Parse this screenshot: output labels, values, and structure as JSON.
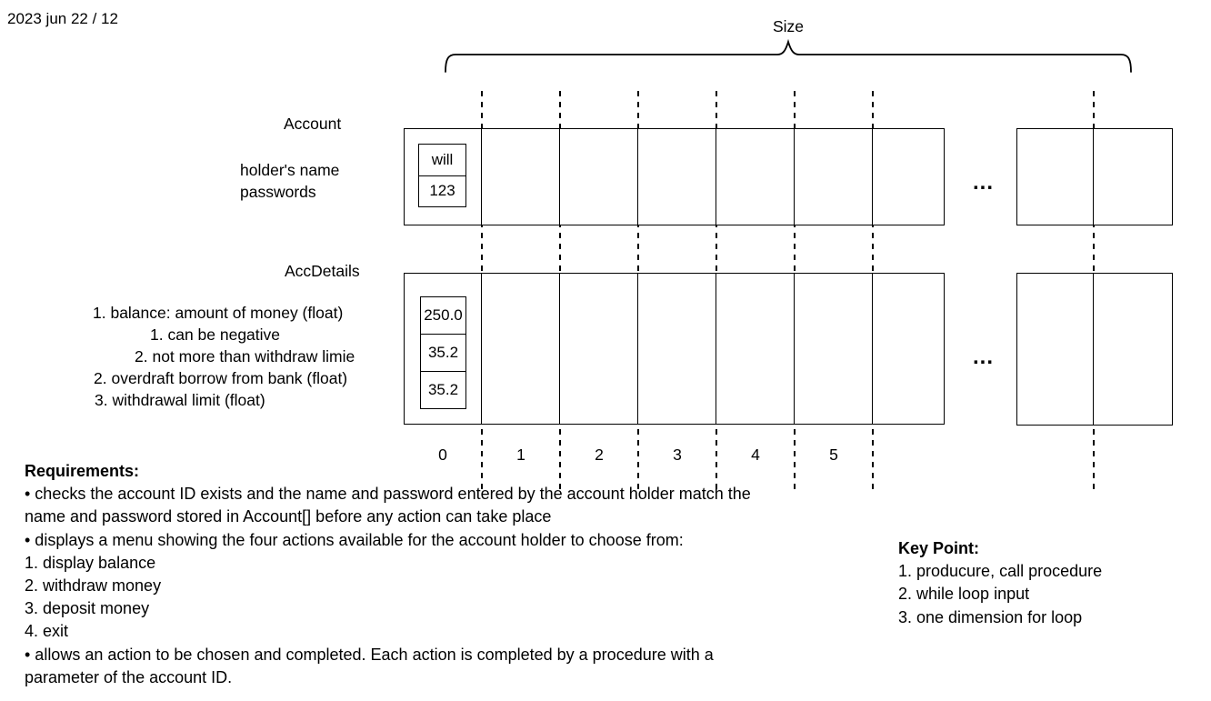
{
  "meta": {
    "date_label": "2023 jun 22 / 12"
  },
  "diagram": {
    "size_label": "Size",
    "indices": [
      "0",
      "1",
      "2",
      "3",
      "4",
      "5"
    ],
    "account": {
      "title": "Account",
      "field_label_1": "holder's name",
      "field_label_2": "passwords",
      "cell0_name": "will",
      "cell0_password": "123",
      "ellipsis": "..."
    },
    "accdetails": {
      "title": "AccDetails",
      "note_1": "1. balance: amount of money (float)",
      "note_2": "1. can be negative",
      "note_3": "2. not more than withdraw limie",
      "note_4": "2. overdraft borrow from bank (float)",
      "note_5": "3. withdrawal limit (float)",
      "cell0_balance": "250.0",
      "cell0_overdraft": "35.2",
      "cell0_limit": "35.2",
      "ellipsis": "..."
    }
  },
  "requirements": {
    "heading": "Requirements:",
    "line_1": "• checks the account ID exists and the name and password entered by the account holder match the",
    "line_2": "name and password stored in Account[] before any action can take place",
    "line_3": "• displays a menu showing the four actions available for the account holder to choose from:",
    "line_4": "1. display balance",
    "line_5": "2. withdraw money",
    "line_6": "3. deposit money",
    "line_7": "4. exit",
    "line_8": "• allows an action to be chosen and completed. Each action is completed by a procedure with a",
    "line_9": "parameter of the account ID."
  },
  "key_point": {
    "heading": "Key Point:",
    "item_1": "1. producure, call procedure",
    "item_2": "2. while loop input",
    "item_3": "3. one dimension for loop"
  }
}
